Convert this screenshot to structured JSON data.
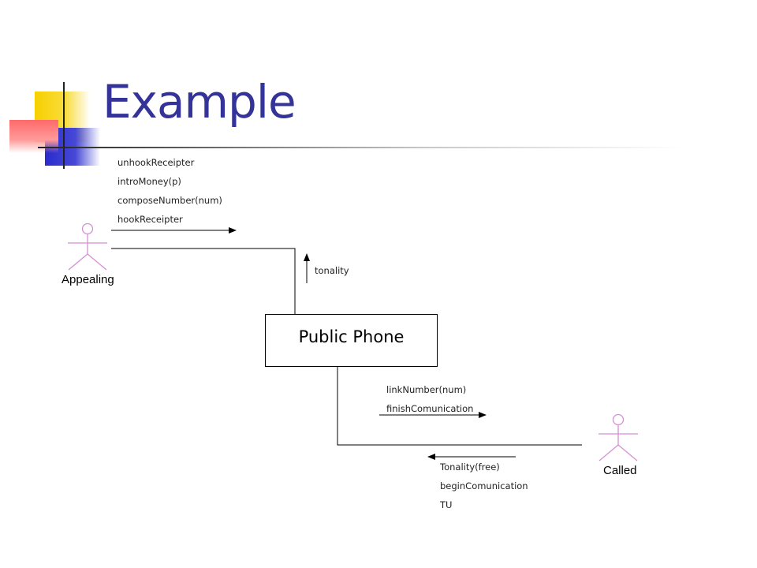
{
  "slide": {
    "title": "Example"
  },
  "actors": {
    "caller": {
      "label": "Appealing"
    },
    "callee": {
      "label": "Called"
    }
  },
  "node": {
    "label": "Public Phone"
  },
  "messages": {
    "caller_to_phone": [
      "unhookReceipter",
      "introMoney(p)",
      "composeNumber(num)",
      "hookReceipter"
    ],
    "phone_to_caller": [
      "tonality"
    ],
    "phone_to_callee": [
      "linkNumber(num)",
      "finishComunication"
    ],
    "callee_to_phone": [
      "Tonality(free)",
      "beginComunication",
      "TU"
    ]
  },
  "colors": {
    "title": "#33339a",
    "actor_stroke": "#d58fd5",
    "line": "#000000"
  }
}
